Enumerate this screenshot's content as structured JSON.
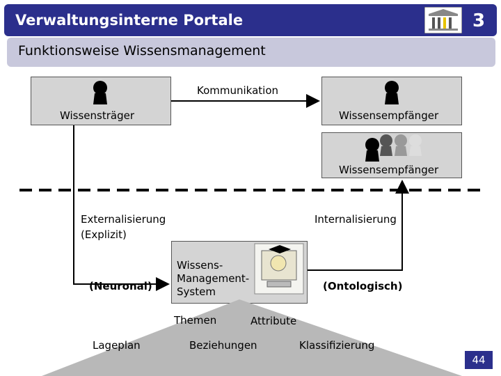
{
  "header": {
    "title": "Verwaltungsinterne Portale",
    "badge": "3"
  },
  "subtitle": "Funktionsweise Wissensmanagement",
  "diagram": {
    "communication_label": "Kommunikation",
    "sender_label": "Wissensträger",
    "receiver_label": "Wissensempfänger",
    "receiver_group_label": "Wissensempfänger",
    "externalization_line1": "Externalisierung",
    "externalization_line2": "(Explizit)",
    "internalization_label": "Internalisierung",
    "neuronal_label": "(Neuronal)",
    "ontological_label": "(Ontologisch)",
    "wms_line1": "Wissens-",
    "wms_line2": "Management-",
    "wms_line3": "System",
    "topics_label": "Themen",
    "attributes_label": "Attribute",
    "site_plan_label": "Lageplan",
    "relations_label": "Beziehungen",
    "classification_label": "Klassifizierung"
  },
  "footer": {
    "page_number": "44"
  },
  "colors": {
    "primary": "#2b2f8c",
    "subtitle_bg": "#c8c8dc",
    "box_bg": "#d4d4d4"
  }
}
